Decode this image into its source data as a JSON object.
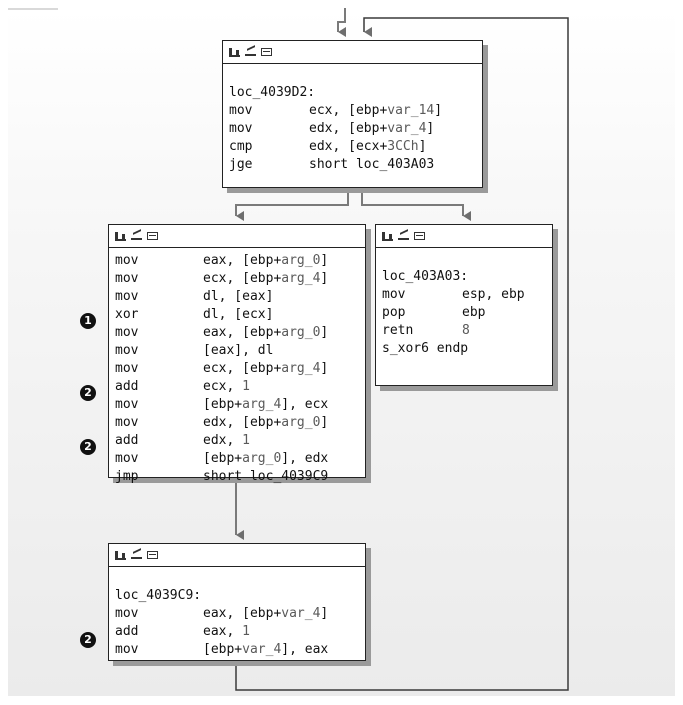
{
  "nodes": {
    "loc_4039D2": {
      "label": "loc_4039D2:",
      "instructions": [
        {
          "mn": "mov",
          "pre": "ecx, [ebp+",
          "hl": "var_14",
          "post": "]"
        },
        {
          "mn": "mov",
          "pre": "edx, [ebp+",
          "hl": "var_4",
          "post": "]"
        },
        {
          "mn": "cmp",
          "pre": "edx, [ecx+",
          "hl": "3CCh",
          "post": "]"
        },
        {
          "mn": "jge",
          "pre": "short loc_403A03",
          "hl": "",
          "post": ""
        }
      ]
    },
    "xor_loop": {
      "instructions": [
        {
          "mn": "mov",
          "pre": "eax, [ebp+",
          "hl": "arg_0",
          "post": "]"
        },
        {
          "mn": "mov",
          "pre": "ecx, [ebp+",
          "hl": "arg_4",
          "post": "]"
        },
        {
          "mn": "mov",
          "pre": "dl, [eax]",
          "hl": "",
          "post": ""
        },
        {
          "mn": "xor",
          "pre": "dl, [ecx]",
          "hl": "",
          "post": ""
        },
        {
          "mn": "mov",
          "pre": "eax, [ebp+",
          "hl": "arg_0",
          "post": "]"
        },
        {
          "mn": "mov",
          "pre": "[eax], dl",
          "hl": "",
          "post": ""
        },
        {
          "mn": "mov",
          "pre": "ecx, [ebp+",
          "hl": "arg_4",
          "post": "]"
        },
        {
          "mn": "add",
          "pre": "ecx, ",
          "hl": "1",
          "post": ""
        },
        {
          "mn": "mov",
          "pre": "[ebp+",
          "hl": "arg_4",
          "post": "], ecx"
        },
        {
          "mn": "mov",
          "pre": "edx, [ebp+",
          "hl": "arg_0",
          "post": "]"
        },
        {
          "mn": "add",
          "pre": "edx, ",
          "hl": "1",
          "post": ""
        },
        {
          "mn": "mov",
          "pre": "[ebp+",
          "hl": "arg_0",
          "post": "], edx"
        },
        {
          "mn": "jmp",
          "pre": "short loc_4039C9",
          "hl": "",
          "post": ""
        }
      ]
    },
    "loc_403A03": {
      "label": "loc_403A03:",
      "instructions": [
        {
          "mn": "mov",
          "pre": "esp, ebp",
          "hl": "",
          "post": ""
        },
        {
          "mn": "pop",
          "pre": "ebp",
          "hl": "",
          "post": ""
        },
        {
          "mn": "retn",
          "pre": "",
          "hl": "8",
          "post": ""
        },
        {
          "mn": "s_xor6 endp",
          "pre": "",
          "hl": "",
          "post": ""
        }
      ]
    },
    "loc_4039C9": {
      "label": "loc_4039C9:",
      "instructions": [
        {
          "mn": "mov",
          "pre": "eax, [ebp+",
          "hl": "var_4",
          "post": "]"
        },
        {
          "mn": "add",
          "pre": "eax, ",
          "hl": "1",
          "post": ""
        },
        {
          "mn": "mov",
          "pre": "[ebp+",
          "hl": "var_4",
          "post": "], eax"
        }
      ]
    }
  },
  "markers": {
    "one": "❶",
    "two": "❷"
  },
  "icons": [
    "graph-icon",
    "chart-icon",
    "text-view-icon"
  ],
  "colors": {
    "edge": "#7a7a7a",
    "highlight": "#5a5a5a",
    "loop_edge": "#3a3a3a"
  }
}
